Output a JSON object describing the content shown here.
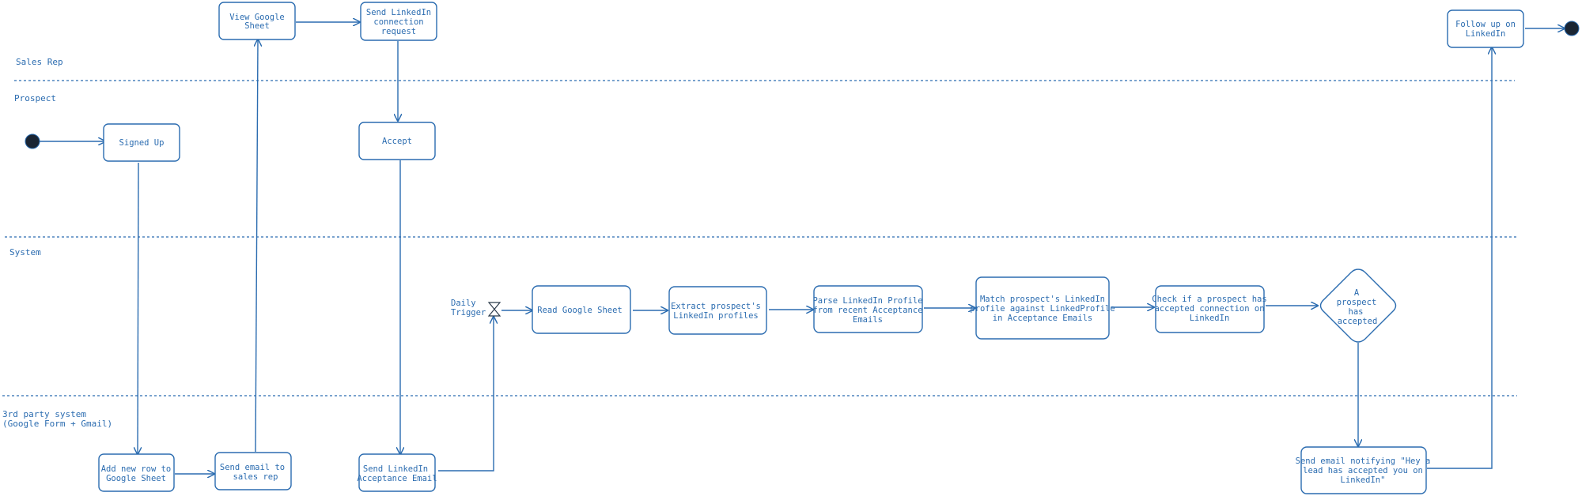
{
  "colors": {
    "stroke": "#2b6cb0",
    "text": "#2b6cb0",
    "terminal_fill": "#1a2533",
    "background": "#ffffff"
  },
  "lanes": {
    "sales_rep": "Sales Rep",
    "prospect": "Prospect",
    "system": "System",
    "third_party_line1": "3rd party system",
    "third_party_line2": "(Google Form + Gmail)"
  },
  "nodes": {
    "view_sheet": [
      "View Google",
      "Sheet"
    ],
    "send_linkedin_request": [
      "Send LinkedIn",
      "connection",
      "request"
    ],
    "follow_up": [
      "Follow up on",
      "LinkedIn"
    ],
    "signed_up": [
      "Signed Up"
    ],
    "accept": [
      "Accept"
    ],
    "read_sheet": [
      "Read Google Sheet"
    ],
    "extract_profiles": [
      "Extract prospect's",
      "LinkedIn profiles"
    ],
    "parse_profile": [
      "Parse LinkedIn Profile",
      "from recent Acceptance",
      "Emails"
    ],
    "match_profile": [
      "Match prospect's LinkedIn",
      "profile against LinkedProfile",
      "in Acceptance Emails"
    ],
    "check_accepted": [
      "Check if a prospect has",
      "accepted connection on",
      "LinkedIn"
    ],
    "add_row": [
      "Add new row to",
      "Google Sheet"
    ],
    "send_email_rep": [
      "Send email to",
      "sales rep"
    ],
    "send_acceptance_email": [
      "Send LinkedIn",
      "Acceptance Email"
    ],
    "send_notify_email": [
      "Send email notifying \"Hey a",
      "lead has accepted you on",
      "LinkedIn\""
    ]
  },
  "decision": [
    "A",
    "prospect",
    "has",
    "accepted"
  ],
  "trigger": [
    "Daily",
    "Trigger"
  ]
}
